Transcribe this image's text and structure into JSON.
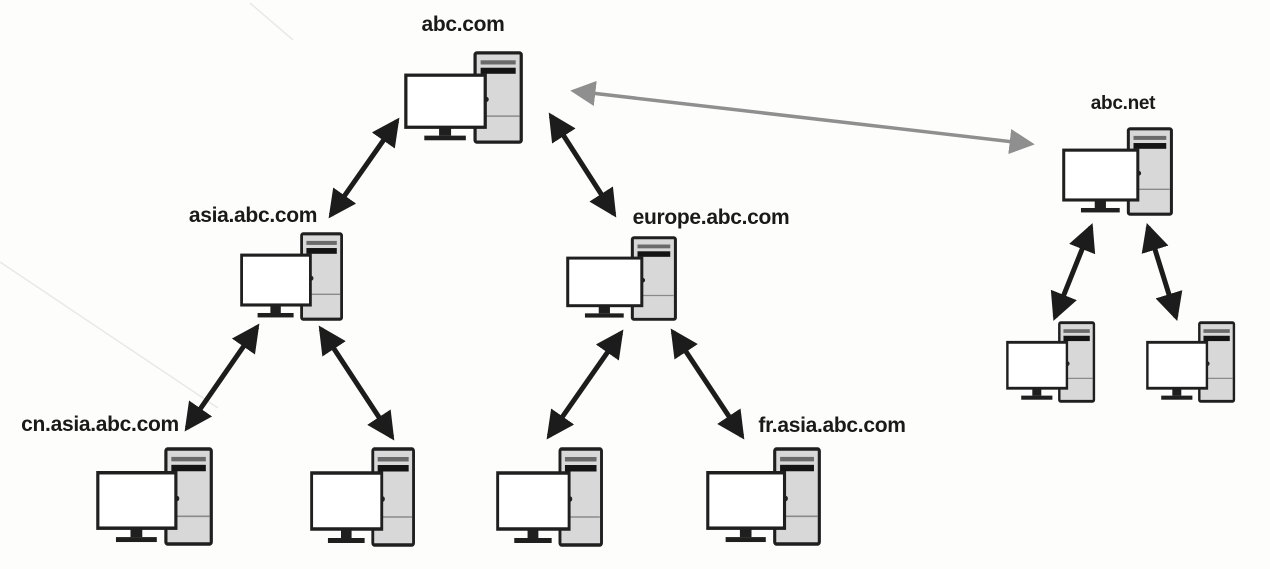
{
  "diagram": {
    "description": "DNS domain delegation hierarchy",
    "nodes": {
      "root": {
        "label": "abc.com"
      },
      "asia": {
        "label": "asia.abc.com"
      },
      "europe": {
        "label": "europe.abc.com"
      },
      "net": {
        "label": "abc.net"
      },
      "cn": {
        "label": "cn.asia.abc.com"
      },
      "fr": {
        "label": "fr.asia.abc.com"
      },
      "unlabeled_host_count": 4
    },
    "edges": [
      {
        "from": "abc.com",
        "to": "asia.abc.com",
        "style": "black-double-arrow"
      },
      {
        "from": "abc.com",
        "to": "europe.abc.com",
        "style": "black-double-arrow"
      },
      {
        "from": "abc.com",
        "to": "abc.net",
        "style": "gray-double-arrow"
      },
      {
        "from": "asia.abc.com",
        "to": "cn.asia.abc.com",
        "style": "black-double-arrow"
      },
      {
        "from": "asia.abc.com",
        "to": "unlabeled-host-1",
        "style": "black-double-arrow"
      },
      {
        "from": "europe.abc.com",
        "to": "unlabeled-host-2",
        "style": "black-double-arrow"
      },
      {
        "from": "europe.abc.com",
        "to": "fr.asia.abc.com",
        "style": "black-double-arrow"
      },
      {
        "from": "abc.net",
        "to": "unlabeled-host-3",
        "style": "black-double-arrow"
      },
      {
        "from": "abc.net",
        "to": "unlabeled-host-4",
        "style": "black-double-arrow"
      }
    ],
    "colors": {
      "arrow_black": "#1c1c1c",
      "arrow_gray": "#8f8f8f",
      "icon_outline": "#1f1f1f",
      "tower_fill": "#d8d8d8",
      "monitor_fill": "#ffffff",
      "label_color": "#1a1a1a",
      "background": "#fdfdfb"
    }
  }
}
